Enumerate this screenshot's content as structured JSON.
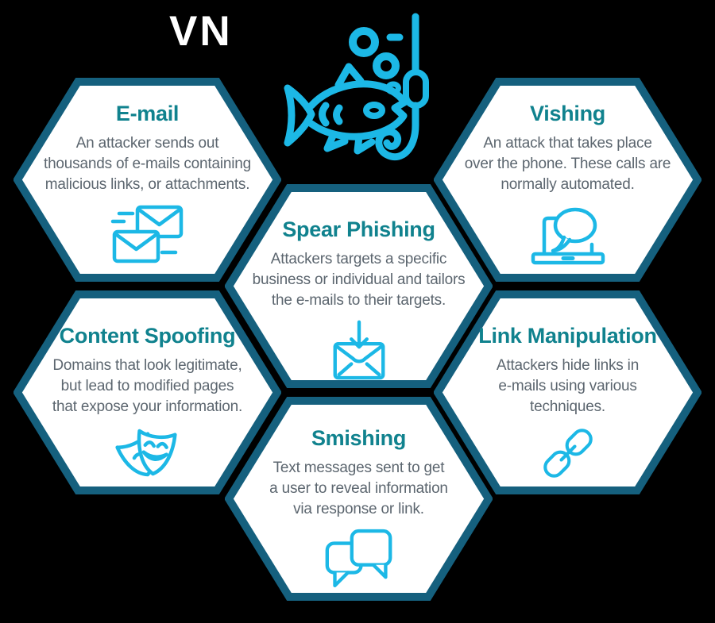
{
  "page": {
    "background": "#000000",
    "description": "Phishing attack types infographic"
  },
  "logo": {
    "text": "VN",
    "color": "#ffffff"
  },
  "header_icon": {
    "name": "fish-and-hook-icon",
    "color": "#1cb8e6"
  },
  "colors": {
    "hex_border": "#15607e",
    "hex_fill": "#ffffff",
    "title": "#10828e",
    "body_text": "#5c666f",
    "icon_accent": "#1cb8e6"
  },
  "hexagons": [
    {
      "id": "email",
      "title": "E-mail",
      "body": "An attacker sends out\nthousands of e-mails containing\nmalicious links, or attachments.",
      "icon": "speeding-envelopes-icon"
    },
    {
      "id": "vishing",
      "title": "Vishing",
      "body": "An attack that takes place\nover the phone. These calls are\nnormally automated.",
      "icon": "laptop-chat-bubble-icon"
    },
    {
      "id": "spear-phishing",
      "title": "Spear Phishing",
      "body": "Attackers targets a specific\nbusiness or individual and tailors\nthe e-mails to their targets.",
      "icon": "envelope-incoming-arrow-icon"
    },
    {
      "id": "content-spoofing",
      "title": "Content Spoofing",
      "body": "Domains that look legitimate,\nbut lead to modified pages\nthat expose your information.",
      "icon": "theater-masks-icon"
    },
    {
      "id": "link-manipulation",
      "title": "Link Manipulation",
      "body": "Attackers hide links in\ne-mails using various\ntechniques.",
      "icon": "chain-link-icon"
    },
    {
      "id": "smishing",
      "title": "Smishing",
      "body": "Text messages sent to get\na user to reveal information\nvia response or link.",
      "icon": "chat-bubbles-icon"
    }
  ]
}
